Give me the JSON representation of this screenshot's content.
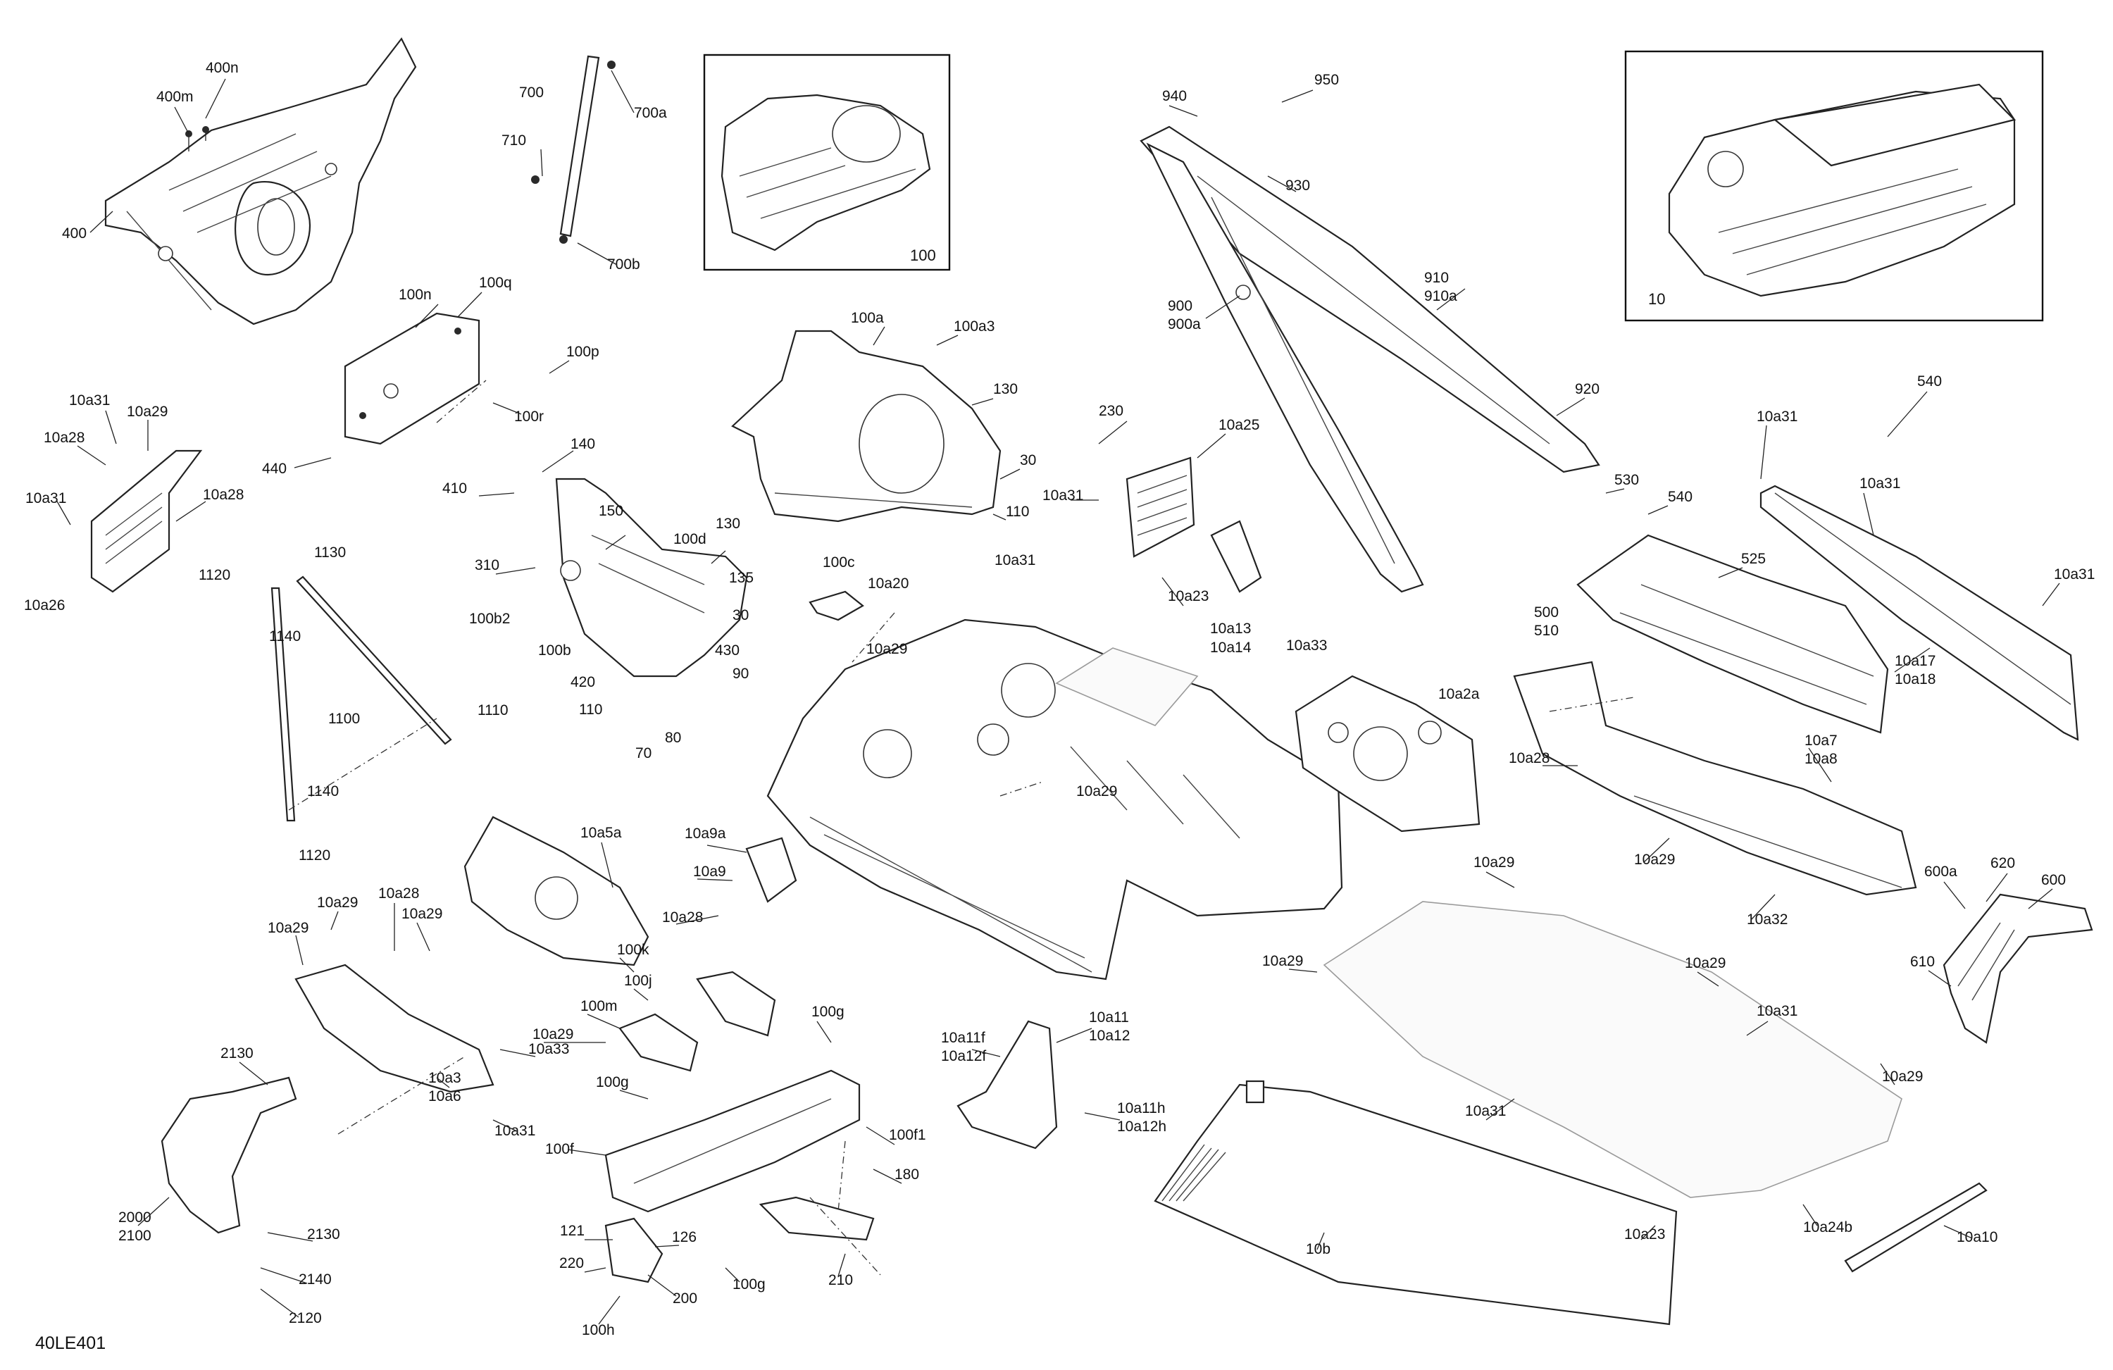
{
  "drawing_code": "40LE401",
  "inset_boxes": [
    {
      "id": "box-100",
      "label": "100"
    },
    {
      "id": "box-10",
      "label": "10"
    }
  ],
  "callouts": [
    "400n",
    "400m",
    "400",
    "700",
    "700a",
    "710",
    "700b",
    "100n",
    "100q",
    "100p",
    "100r",
    "440",
    "10a31",
    "10a29",
    "10a28",
    "10a31",
    "10a28",
    "10a26",
    "140",
    "410",
    "150",
    "310",
    "100d",
    "130",
    "135",
    "100b2",
    "30",
    "100b",
    "430",
    "420",
    "90",
    "110",
    "70",
    "80",
    "100a",
    "100a3",
    "130",
    "30",
    "110",
    "100c",
    "10a20",
    "10a29",
    "1130",
    "1120",
    "1140",
    "1100",
    "1110",
    "1140",
    "1120",
    "230",
    "10a25",
    "10a31",
    "10a23",
    "10a13",
    "10a14",
    "10a33",
    "940",
    "950",
    "930",
    "900",
    "900a",
    "910",
    "910a",
    "920",
    "10a31",
    "10a29",
    "10a2a",
    "530",
    "540",
    "525",
    "500",
    "510",
    "10a31",
    "540",
    "10a31",
    "10a31",
    "10a17",
    "10a18",
    "10a28",
    "10a7",
    "10a8",
    "10a29",
    "10a32",
    "10a5a",
    "10a9a",
    "10a9",
    "10a28",
    "10a29",
    "10a28",
    "10a29",
    "10a29",
    "10a33",
    "10a3",
    "10a6",
    "10a31",
    "100k",
    "100j",
    "100m",
    "10a29",
    "100g",
    "100g",
    "100f",
    "100f1",
    "180",
    "121",
    "126",
    "220",
    "200",
    "100h",
    "100g",
    "210",
    "2130",
    "2000",
    "2100",
    "2130",
    "2140",
    "2120",
    "10a11f",
    "10a12f",
    "10a11",
    "10a12",
    "10a11h",
    "10a12h",
    "10b",
    "10a29",
    "10a29",
    "10a29",
    "10a31",
    "10a31",
    "10a23",
    "10a29",
    "10a24b",
    "600a",
    "620",
    "600",
    "610",
    "10a10"
  ]
}
